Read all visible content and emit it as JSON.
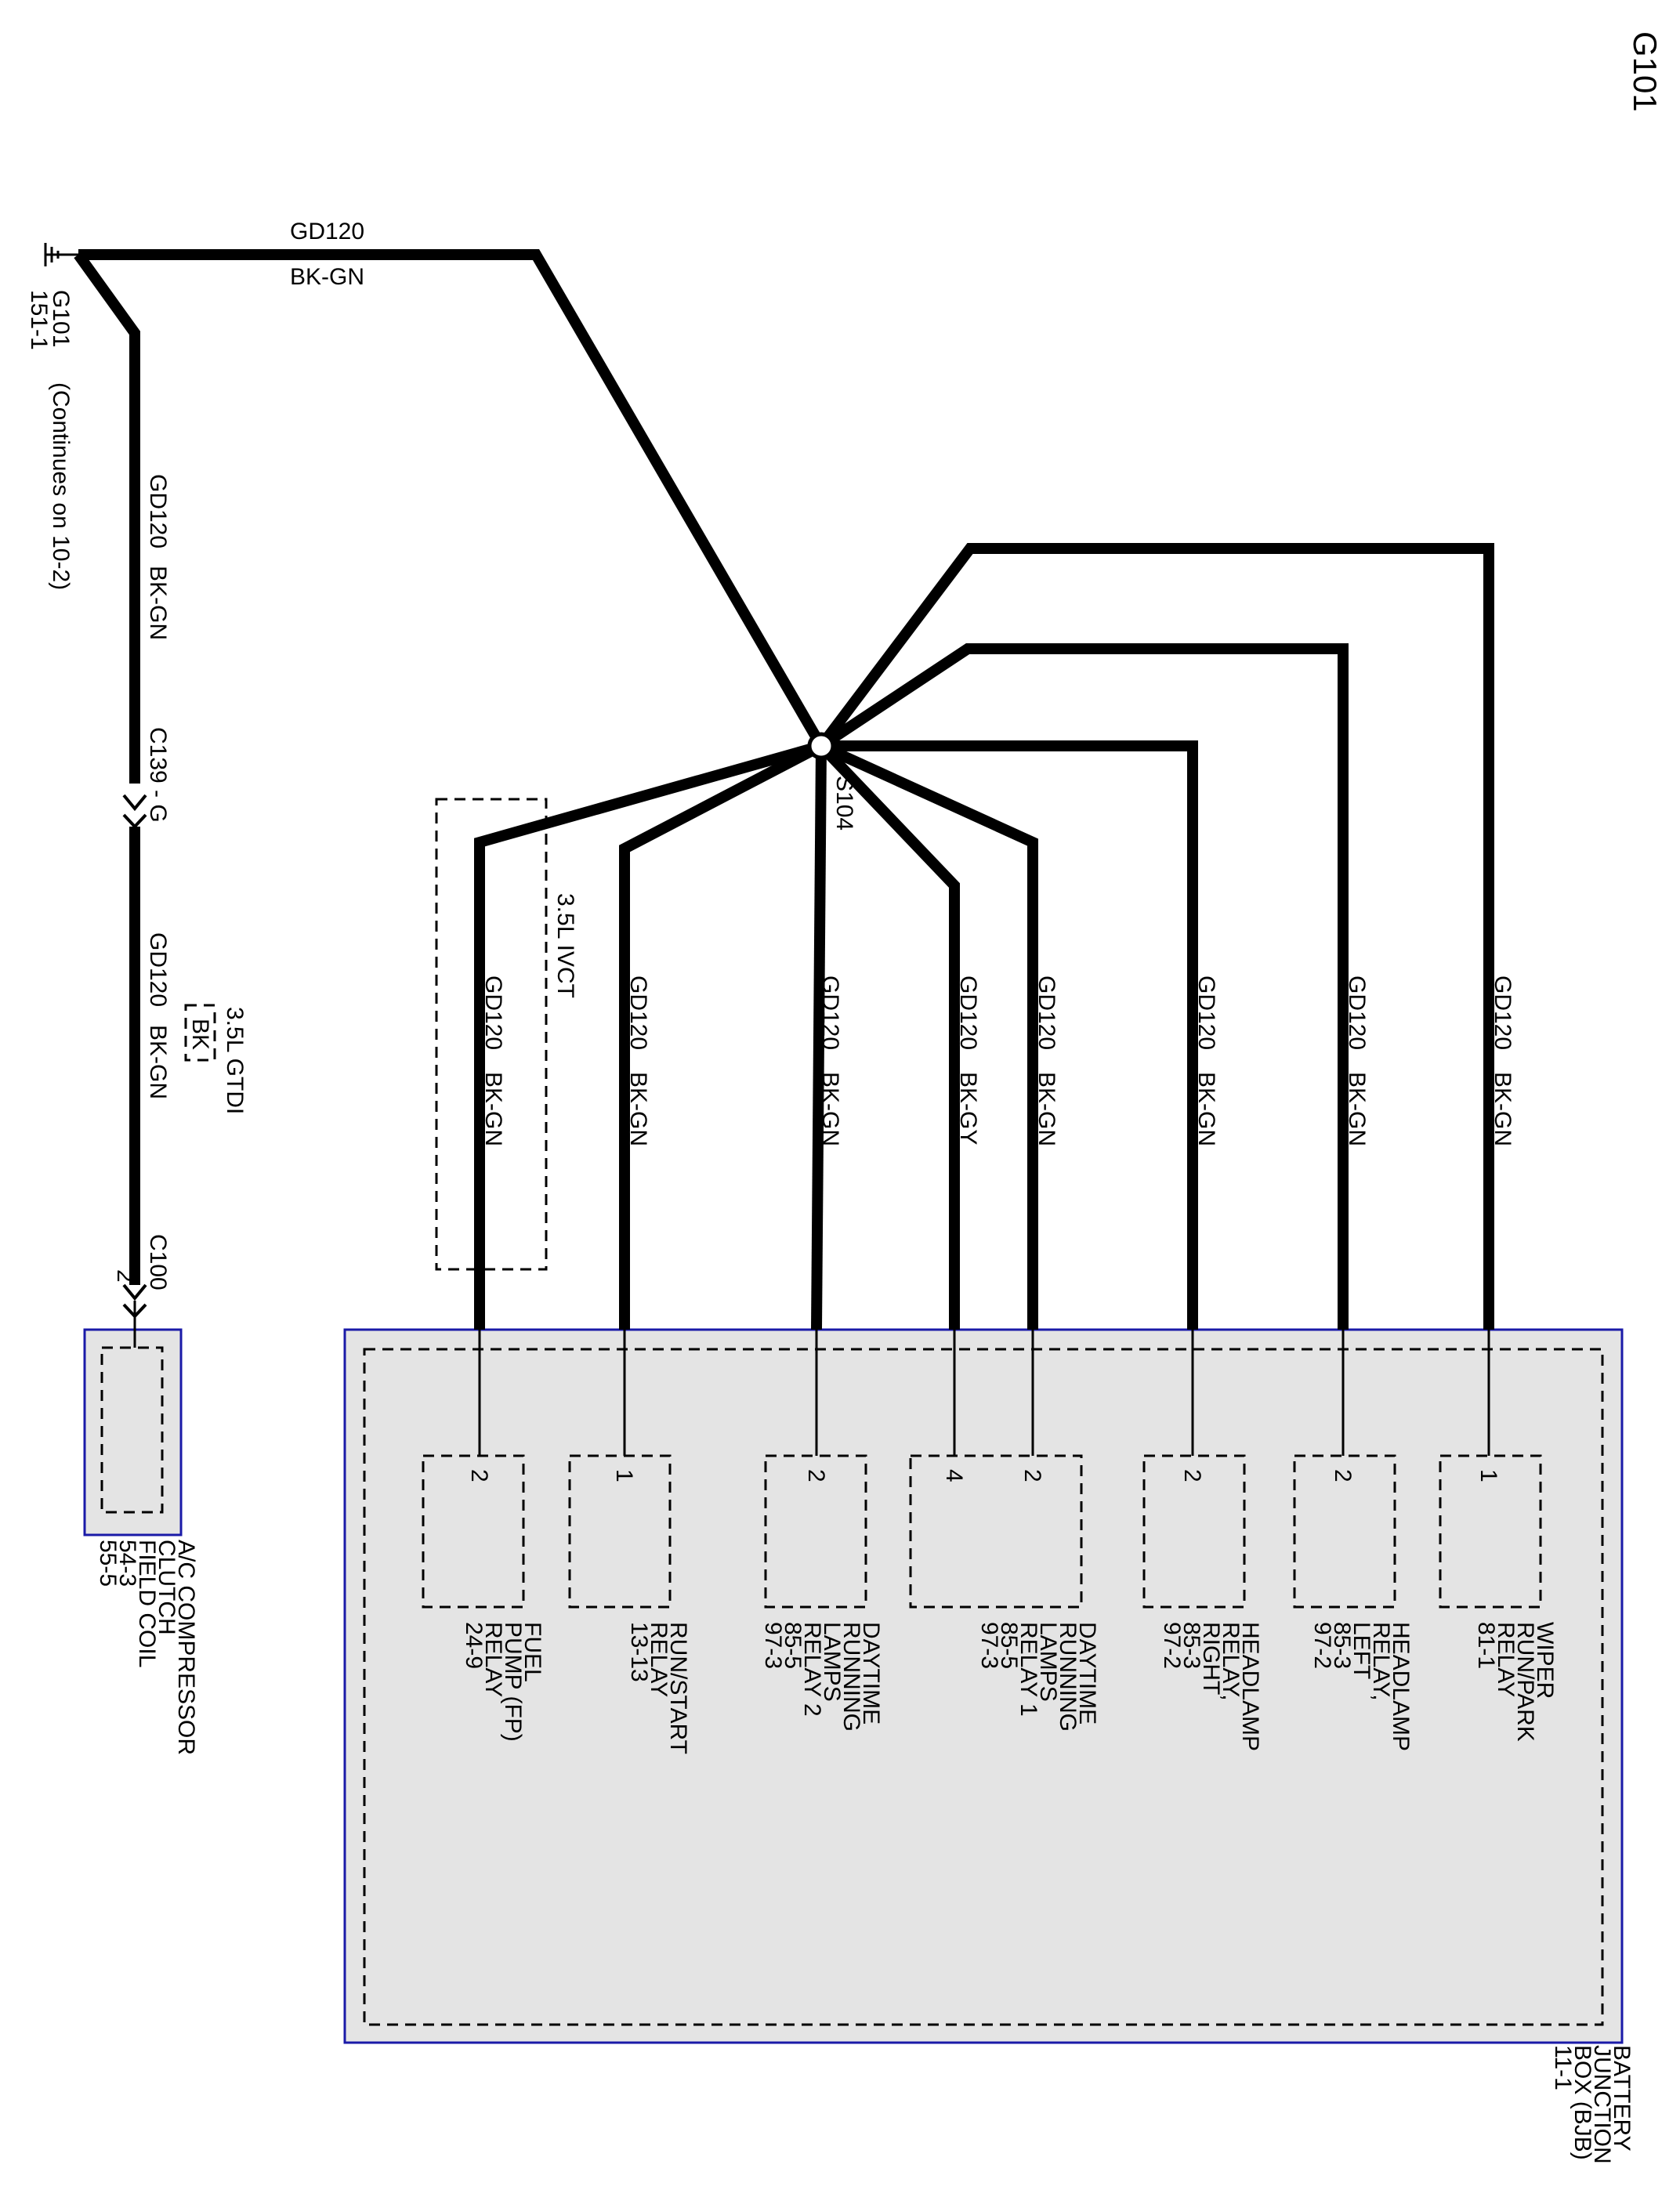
{
  "page_title": "G101",
  "ground": {
    "name": "G101",
    "ref": "151-1",
    "note": "(Continues on 10-2)"
  },
  "top_wire": {
    "circuit": "GD120",
    "color": "BK-GN"
  },
  "left_wire_upper": {
    "circuit": "GD120",
    "color": "BK-GN"
  },
  "left_wire_lower": {
    "circuit": "GD120",
    "color": "BK-GN"
  },
  "connector_c139": "C139 - G",
  "variant_note": {
    "engine": "3.5L GTDI",
    "color": "BK"
  },
  "connector_c100": {
    "name": "C100",
    "pin": "2"
  },
  "splice": "S104",
  "fp_variant": "3.5L IVCT",
  "branches": [
    {
      "circuit": "GD120",
      "color": "BK-GN"
    },
    {
      "circuit": "GD120",
      "color": "BK-GN"
    },
    {
      "circuit": "GD120",
      "color": "BK-GN"
    },
    {
      "circuit": "GD120",
      "color": "BK-GY"
    },
    {
      "circuit": "GD120",
      "color": "BK-GN"
    },
    {
      "circuit": "GD120",
      "color": "BK-GN"
    },
    {
      "circuit": "GD120",
      "color": "BK-GN"
    },
    {
      "circuit": "GD120",
      "color": "BK-GN"
    }
  ],
  "pins": {
    "fuel_pump": "2",
    "run_start": "1",
    "drl2": "2",
    "drl1_a": "4",
    "drl1_b": "2",
    "headlamp_right": "2",
    "headlamp_left": "2",
    "wiper": "1"
  },
  "components": {
    "fuel_pump": [
      "FUEL",
      "PUMP (FP)",
      "RELAY",
      "24-9"
    ],
    "run_start": [
      "RUN/START",
      "RELAY",
      "13-13"
    ],
    "drl2": [
      "DAYTIME",
      "RUNNING",
      "LAMPS",
      "RELAY 2",
      "85-5",
      "97-3"
    ],
    "drl1": [
      "DAYTIME",
      "RUNNING",
      "LAMPS",
      "RELAY 1",
      "85-5",
      "97-3"
    ],
    "headlamp_right": [
      "HEADLAMP",
      "RELAY,",
      "RIGHT",
      "85-3",
      "97-2"
    ],
    "headlamp_left": [
      "HEADLAMP",
      "RELAY,",
      "LEFT",
      "85-3",
      "97-2"
    ],
    "wiper": [
      "WIPER",
      "RUN/PARK",
      "RELAY",
      "81-1"
    ],
    "bjb": [
      "BATTERY",
      "JUNCTION",
      "BOX (BJB)",
      "11-1"
    ],
    "ac": [
      "A/C COMPRESSOR",
      "CLUTCH",
      "FIELD COIL",
      "54-3",
      "55-5"
    ]
  }
}
